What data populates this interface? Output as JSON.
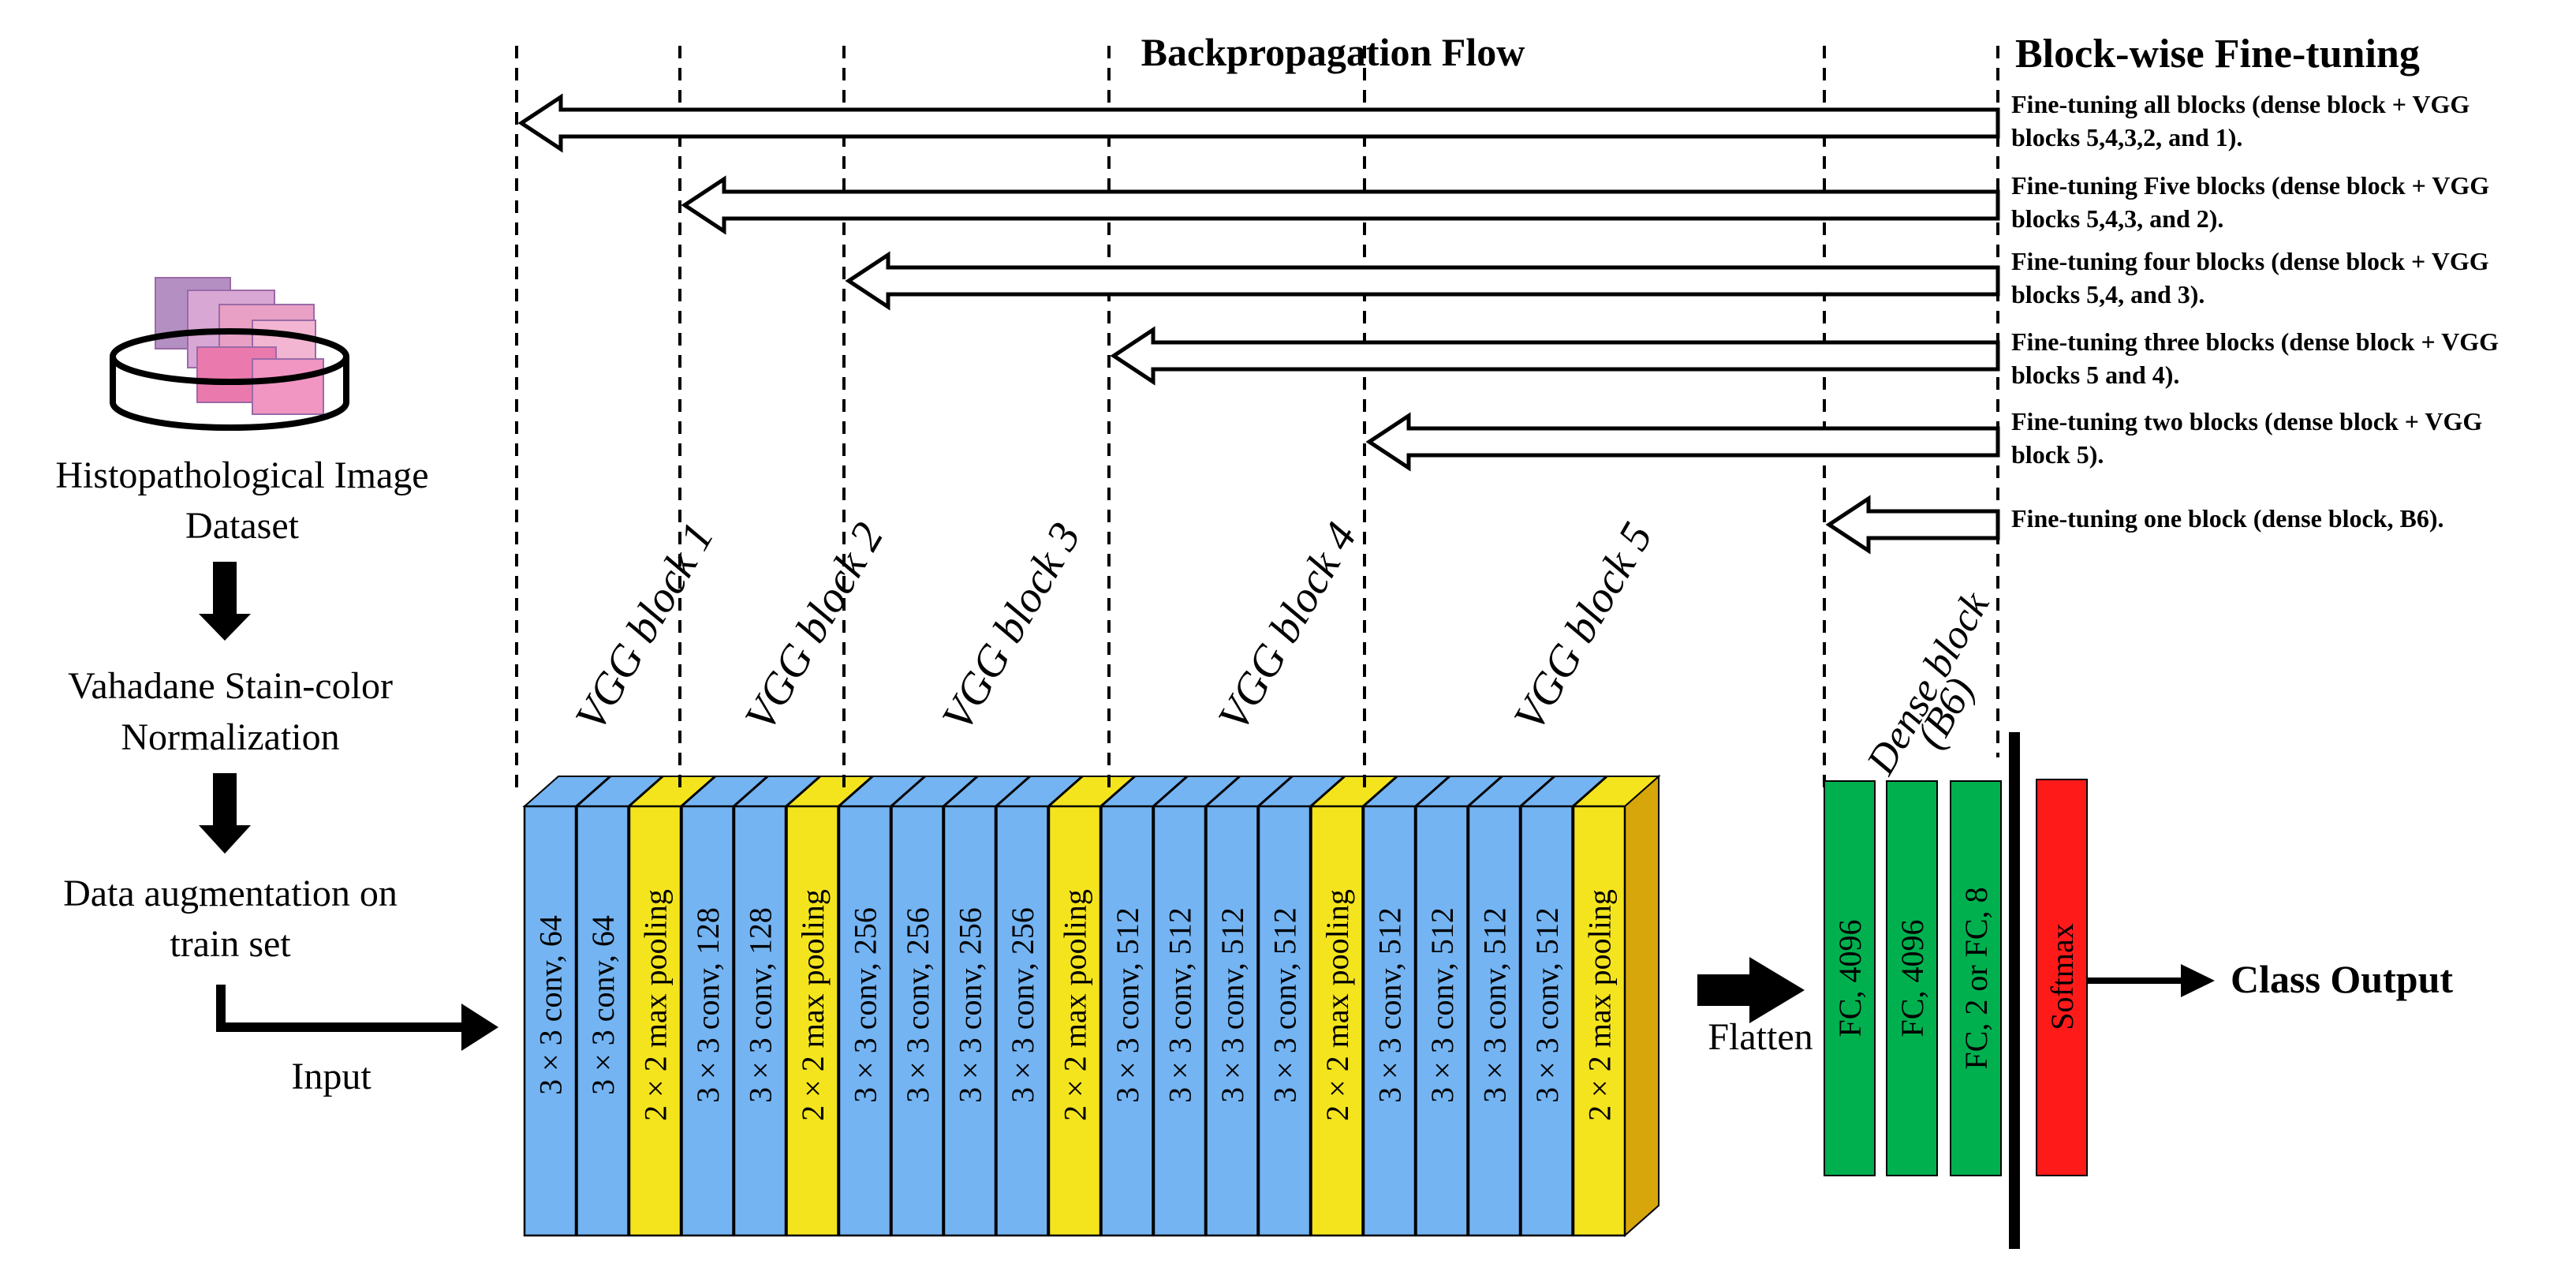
{
  "titles": {
    "backprop": "Backpropagation Flow",
    "finetune": "Block-wise Fine-tuning"
  },
  "pipeline": {
    "step1": [
      "Histopathological Image",
      "Dataset"
    ],
    "step2": [
      "Vahadane Stain-color",
      "Normalization"
    ],
    "step3": [
      "Data augmentation on",
      "train set"
    ],
    "input": "Input"
  },
  "vgg_blocks": [
    {
      "name": "VGG block 1",
      "layers": [
        {
          "label": "3 × 3  conv,  64",
          "kind": "conv"
        },
        {
          "label": "3 × 3  conv,  64",
          "kind": "conv"
        },
        {
          "label": "2 × 2  max pooling",
          "kind": "pool"
        }
      ]
    },
    {
      "name": "VGG block 2",
      "layers": [
        {
          "label": "3 × 3  conv,  128",
          "kind": "conv"
        },
        {
          "label": "3 × 3  conv,  128",
          "kind": "conv"
        },
        {
          "label": "2 × 2  max pooling",
          "kind": "pool"
        }
      ]
    },
    {
      "name": "VGG block 3",
      "layers": [
        {
          "label": "3 × 3  conv,  256",
          "kind": "conv"
        },
        {
          "label": "3 × 3  conv,  256",
          "kind": "conv"
        },
        {
          "label": "3 × 3  conv,  256",
          "kind": "conv"
        },
        {
          "label": "3 × 3  conv,  256",
          "kind": "conv"
        },
        {
          "label": "2 × 2  max pooling",
          "kind": "pool"
        }
      ]
    },
    {
      "name": "VGG block 4",
      "layers": [
        {
          "label": "3 × 3  conv,  512",
          "kind": "conv"
        },
        {
          "label": "3 × 3  conv,  512",
          "kind": "conv"
        },
        {
          "label": "3 × 3  conv,  512",
          "kind": "conv"
        },
        {
          "label": "3 × 3  conv,  512",
          "kind": "conv"
        },
        {
          "label": "2 × 2  max pooling",
          "kind": "pool"
        }
      ]
    },
    {
      "name": "VGG block 5",
      "layers": [
        {
          "label": "3 × 3  conv,  512",
          "kind": "conv"
        },
        {
          "label": "3 × 3  conv,  512",
          "kind": "conv"
        },
        {
          "label": "3 × 3  conv,  512",
          "kind": "conv"
        },
        {
          "label": "3 × 3  conv,  512",
          "kind": "conv"
        },
        {
          "label": "2 × 2  max pooling",
          "kind": "pool"
        }
      ]
    }
  ],
  "dense_block": {
    "name": [
      "Dense block",
      "(B6)"
    ],
    "layers": [
      {
        "label": [
          "FC,   4096"
        ]
      },
      {
        "label": [
          "FC,   4096"
        ]
      },
      {
        "label": [
          "FC,  2    or    FC,  8"
        ]
      }
    ]
  },
  "flatten": "Flatten",
  "softmax": "Softmax",
  "output": "Class Output",
  "finetune_options": [
    [
      "Fine-tuning all blocks (dense block + VGG",
      "blocks 5,4,3,2, and 1)."
    ],
    [
      "Fine-tuning Five blocks (dense block + VGG",
      "blocks 5,4,3, and 2)."
    ],
    [
      "Fine-tuning four blocks (dense block + VGG",
      "blocks 5,4, and 3)."
    ],
    [
      "Fine-tuning three blocks (dense block + VGG",
      "blocks 5 and 4)."
    ],
    [
      "Fine-tuning two blocks (dense block + VGG",
      "block 5)."
    ],
    [
      "Fine-tuning one block (dense block,  B6)."
    ]
  ],
  "colors": {
    "conv": "#74B4F2",
    "pool": "#F4E41E",
    "dense": "#00B04F",
    "softmax": "#FF1A1A",
    "line": "#000000"
  }
}
